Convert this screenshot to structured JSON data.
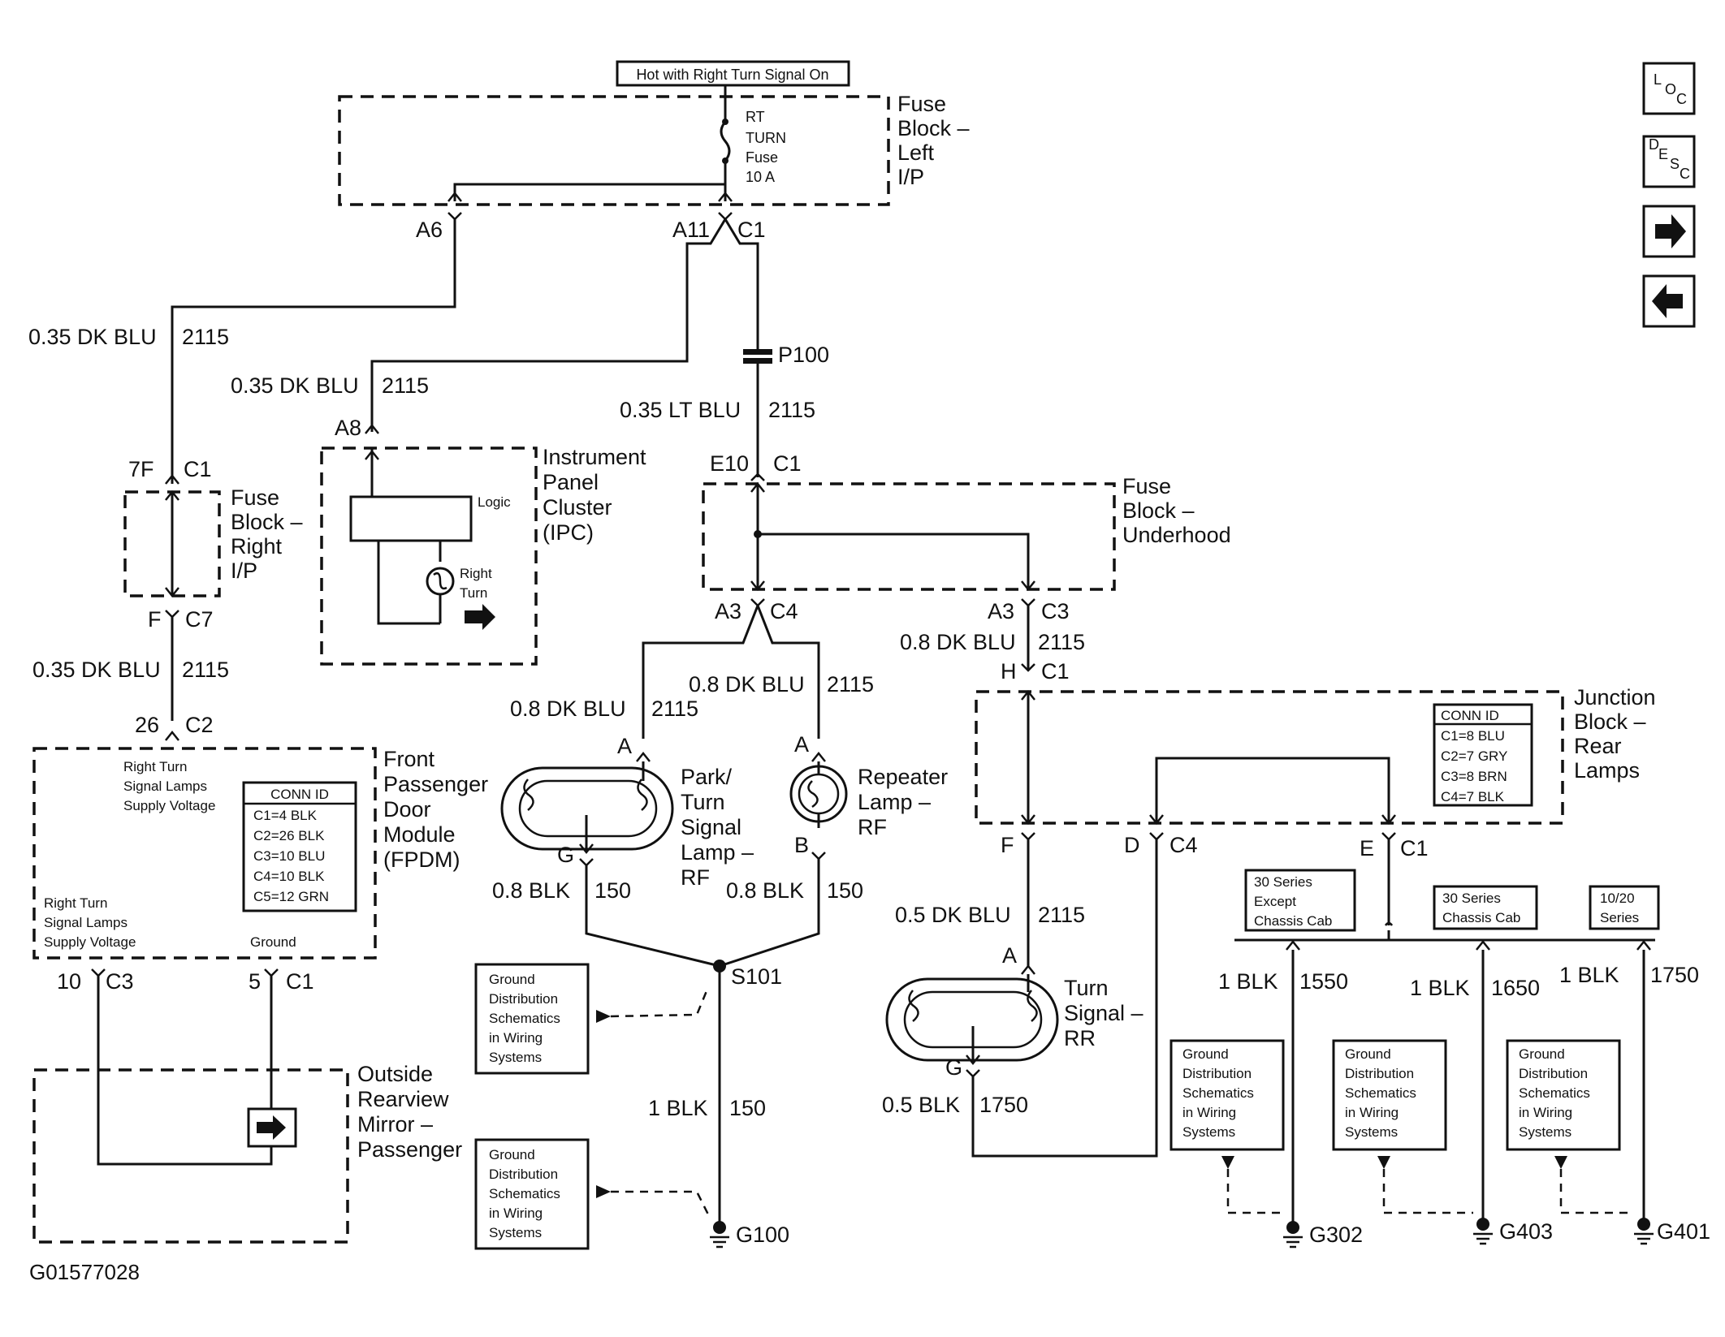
{
  "header": {
    "hot_label": "Hot with Right Turn Signal On"
  },
  "fuse_block_left": {
    "title": [
      "Fuse",
      "Block –",
      "Left",
      "I/P"
    ],
    "fuse": [
      "RT",
      "TURN",
      "Fuse",
      "10 A"
    ]
  },
  "fuse_block_right": {
    "title": [
      "Fuse",
      "Block –",
      "Right",
      "I/P"
    ]
  },
  "fuse_block_underhood": {
    "title": [
      "Fuse",
      "Block –",
      "Underhood"
    ]
  },
  "ipc": {
    "title": [
      "Instrument",
      "Panel",
      "Cluster",
      "(IPC)"
    ],
    "logic": "Logic",
    "indicator": [
      "Right",
      "Turn"
    ]
  },
  "fpdm": {
    "title": [
      "Front",
      "Passenger",
      "Door",
      "Module",
      "(FPDM)"
    ],
    "supply_top": [
      "Right Turn",
      "Signal Lamps",
      "Supply Voltage"
    ],
    "supply_bottom": [
      "Right Turn",
      "Signal Lamps",
      "Supply Voltage"
    ],
    "ground": "Ground",
    "conn_table": [
      "CONN ID",
      "C1=4 BLK",
      "C2=26 BLK",
      "C3=10 BLU",
      "C4=10 BLK",
      "C5=12 GRN"
    ]
  },
  "mirror": {
    "title": [
      "Outside",
      "Rearview",
      "Mirror –",
      "Passenger"
    ]
  },
  "junction_block": {
    "title": [
      "Junction",
      "Block –",
      "Rear",
      "Lamps"
    ],
    "conn_table": [
      "CONN ID",
      "C1=8 BLU",
      "C2=7 GRY",
      "C3=8 BRN",
      "C4=7 BLK"
    ]
  },
  "lamps": {
    "park_turn": [
      "Park/",
      "Turn",
      "Signal",
      "Lamp –",
      "RF"
    ],
    "repeater": [
      "Repeater",
      "Lamp –",
      "RF"
    ],
    "turn_rr": [
      "Turn",
      "Signal –",
      "RR"
    ]
  },
  "series": {
    "s30_except": [
      "30 Series",
      "Except",
      "Chassis Cab"
    ],
    "s30_cab": [
      "30 Series",
      "Chassis Cab"
    ],
    "s1020": [
      "10/20",
      "Series"
    ]
  },
  "ground_note": [
    "Ground",
    "Distribution",
    "Schematics",
    "in Wiring",
    "Systems"
  ],
  "connectors": {
    "a6": "A6",
    "a11": "A11",
    "c1_top": "C1",
    "p100": "P100",
    "a8": "A8",
    "7f": "7F",
    "c1_fbr": "C1",
    "f": "F",
    "c7": "C7",
    "26": "26",
    "c2": "C2",
    "10": "10",
    "c3": "C3",
    "5": "5",
    "c1_fpdm": "C1",
    "e10": "E10",
    "c1_uh": "C1",
    "a3_l": "A3",
    "c4_uh": "C4",
    "a3_r": "A3",
    "c3_uh": "C3",
    "h": "H",
    "c1_jb": "C1",
    "a_park": "A",
    "a_rep": "A",
    "g_park": "G",
    "b_rep": "B",
    "f_jb": "F",
    "d_jb": "D",
    "c4_jb": "C4",
    "e_jb": "E",
    "c1_jb2": "C1",
    "a_rr": "A",
    "g_rr": "G",
    "s101": "S101"
  },
  "wires": {
    "w1": "0.35 DK BLU",
    "c1": "2115",
    "w2": "0.35 DK BLU",
    "c2": "2115",
    "w3": "0.35 LT BLU",
    "c3": "2115",
    "w4": "0.35 DK BLU",
    "c4": "2115",
    "w5": "0.8 DK BLU",
    "c5": "2115",
    "w6": "0.8 DK BLU",
    "c6": "2115",
    "w7": "0.8 DK BLU",
    "c7": "2115",
    "w8": "0.8 BLK",
    "c8": "150",
    "w9": "0.8 BLK",
    "c9": "150",
    "w10": "1 BLK",
    "c10": "150",
    "w11": "0.5 DK BLU",
    "c11": "2115",
    "w12": "0.5 BLK",
    "c12": "1750",
    "w13": "1 BLK",
    "c13": "1550",
    "w14": "1 BLK",
    "c14": "1650",
    "w15": "1 BLK",
    "c15": "1750"
  },
  "grounds": {
    "g100": "G100",
    "g302": "G302",
    "g403": "G403",
    "g401": "G401"
  },
  "nav": {
    "loc": [
      "L",
      "O",
      "C"
    ],
    "desc": [
      "D",
      "E",
      "S",
      "C"
    ]
  },
  "figure_id": "G01577028"
}
